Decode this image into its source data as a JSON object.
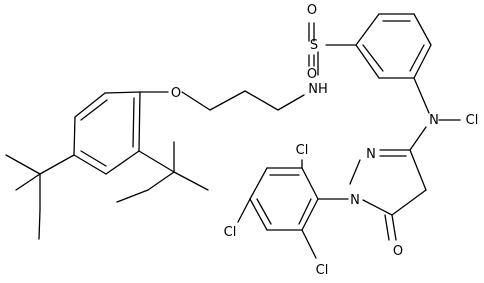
{
  "atoms": {
    "S": "S",
    "O_top": "O",
    "O_bottom": "O",
    "NH": "NH",
    "O_ether": "O",
    "N_amine": "N",
    "Cl_N": "Cl",
    "N_ring_top": "N",
    "N_ring_bottom": "N",
    "O_keto": "O",
    "Cl_top": "Cl",
    "Cl_left": "Cl",
    "Cl_bottom": "Cl"
  }
}
